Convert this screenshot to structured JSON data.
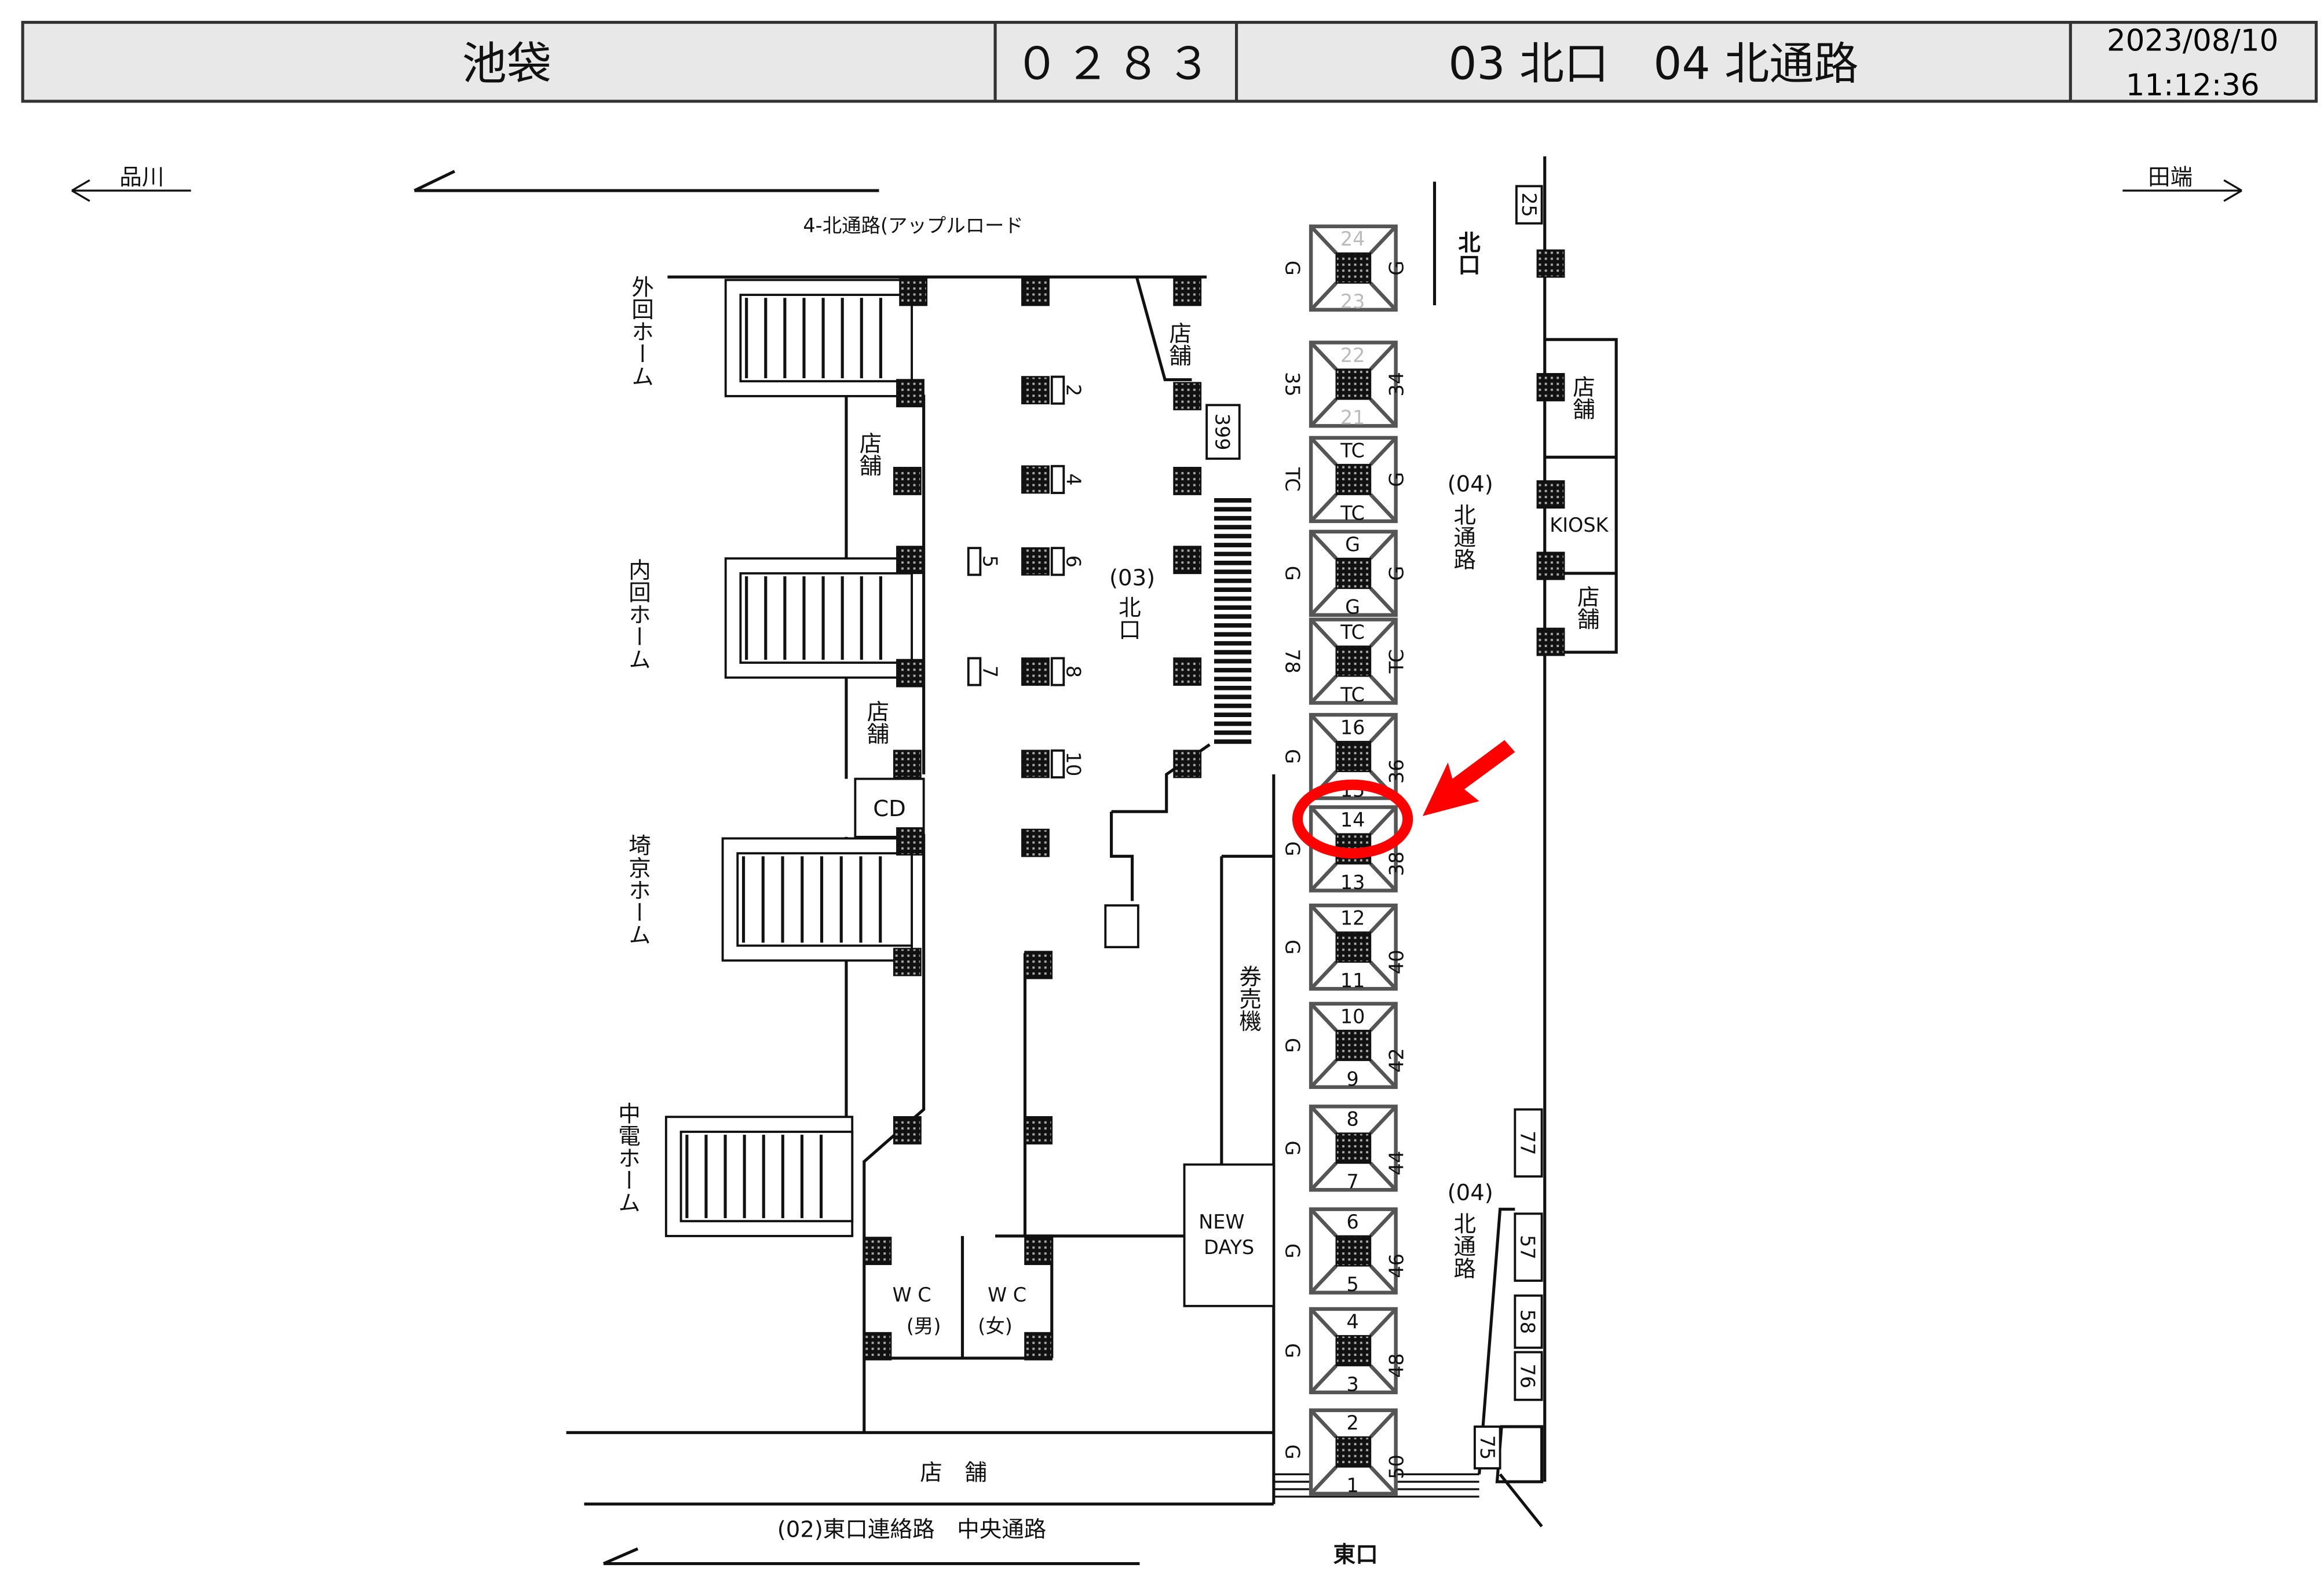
{
  "header": {
    "station": "池袋",
    "code": "０２８３",
    "exits": "03 北口　04 北通路",
    "date": "2023/08/10",
    "time": "11:12:36"
  },
  "directions": {
    "left": "品川",
    "right": "田端"
  },
  "labels": {
    "apple_road": "4-北通路(アップルロード",
    "outer_platform": "外回ホーム",
    "inner_platform": "内回ホーム",
    "saikyo_platform": "埼京ホーム",
    "chuden_platform": "中電ホーム",
    "shop": "店舗",
    "cd": "CD",
    "box_399": "399",
    "north_exit_03_code": "(03)",
    "north_exit_03": "北口",
    "north_exit": "北口",
    "north_passage_code": "(04)",
    "north_passage": "北通路",
    "ticket_machine": "券売機",
    "newdays_1": "NEW",
    "newdays_2": "DAYS",
    "wc": "W C",
    "wc_men": "(男)",
    "wc_women": "(女)",
    "kiosk": "KIOSK",
    "bottom_shop": "店　舗",
    "east_passage": "(02)東口連絡路　中央通路",
    "east_exit": "東口"
  },
  "boxes": [
    "25",
    "77",
    "57",
    "58",
    "76",
    "75"
  ],
  "tile_labels": [
    "2",
    "4",
    "5",
    "6",
    "7",
    "8",
    "10"
  ],
  "gates": [
    {
      "top": "24",
      "bottom": "23",
      "left": "G",
      "right": "G"
    },
    {
      "top": "22",
      "bottom": "21",
      "left": "35",
      "right": "34"
    },
    {
      "top": "TC",
      "bottom": "TC",
      "left": "TC",
      "right": "G"
    },
    {
      "top": "G",
      "bottom": "G",
      "left": "G",
      "right": "G"
    },
    {
      "top": "TC",
      "bottom": "TC",
      "left": "78",
      "right": "TC"
    },
    {
      "top": "16",
      "bottom": "15",
      "left": "G",
      "right": "36"
    },
    {
      "top": "14",
      "bottom": "13",
      "left": "G",
      "right": "38"
    },
    {
      "top": "12",
      "bottom": "11",
      "left": "G",
      "right": "40"
    },
    {
      "top": "10",
      "bottom": "9",
      "left": "G",
      "right": "42"
    },
    {
      "top": "8",
      "bottom": "7",
      "left": "G",
      "right": "44"
    },
    {
      "top": "6",
      "bottom": "5",
      "left": "G",
      "right": "46"
    },
    {
      "top": "4",
      "bottom": "3",
      "left": "G",
      "right": "48"
    },
    {
      "top": "2",
      "bottom": "1",
      "left": "G",
      "right": "50"
    }
  ],
  "highlight": {
    "gate_index": 6,
    "color": "#ff0000"
  }
}
